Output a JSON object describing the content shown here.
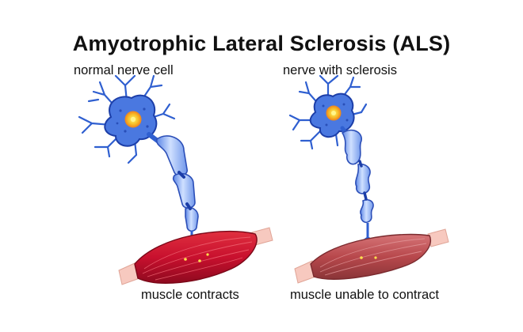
{
  "title": "Amyotrophic Lateral Sclerosis (ALS)",
  "labels": {
    "normal_nerve": "normal nerve cell",
    "sclerosis_nerve": "nerve with sclerosis",
    "muscle_contracts": "muscle contracts",
    "muscle_unable": "muscle unable to contract"
  },
  "colors": {
    "neuron_fill": "#4a78e0",
    "neuron_outline": "#1c3ea8",
    "nucleus": "#f5a623",
    "nucleus_core": "#ffe14d",
    "muscle_healthy": "#c8102e",
    "muscle_atrophied": "#b8484c",
    "tendon": "#f7c9bf",
    "myelin": "#8fb4f2"
  }
}
